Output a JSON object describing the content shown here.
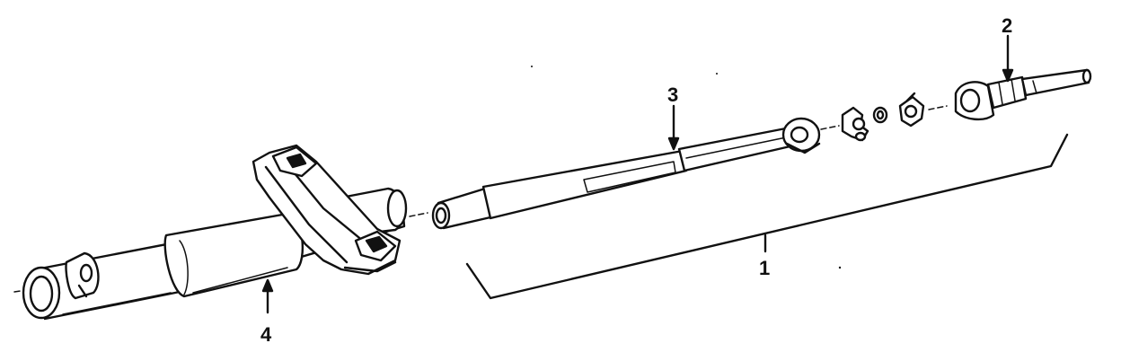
{
  "callouts": [
    {
      "id": "1",
      "text": "1"
    },
    {
      "id": "2",
      "text": "2"
    },
    {
      "id": "3",
      "text": "3"
    },
    {
      "id": "4",
      "text": "4"
    }
  ],
  "parts": [
    {
      "name": "steering-column-tube"
    },
    {
      "name": "mounting-bracket"
    },
    {
      "name": "intermediate-shaft"
    },
    {
      "name": "universal-joint-parts"
    },
    {
      "name": "lower-shaft-yoke"
    }
  ]
}
